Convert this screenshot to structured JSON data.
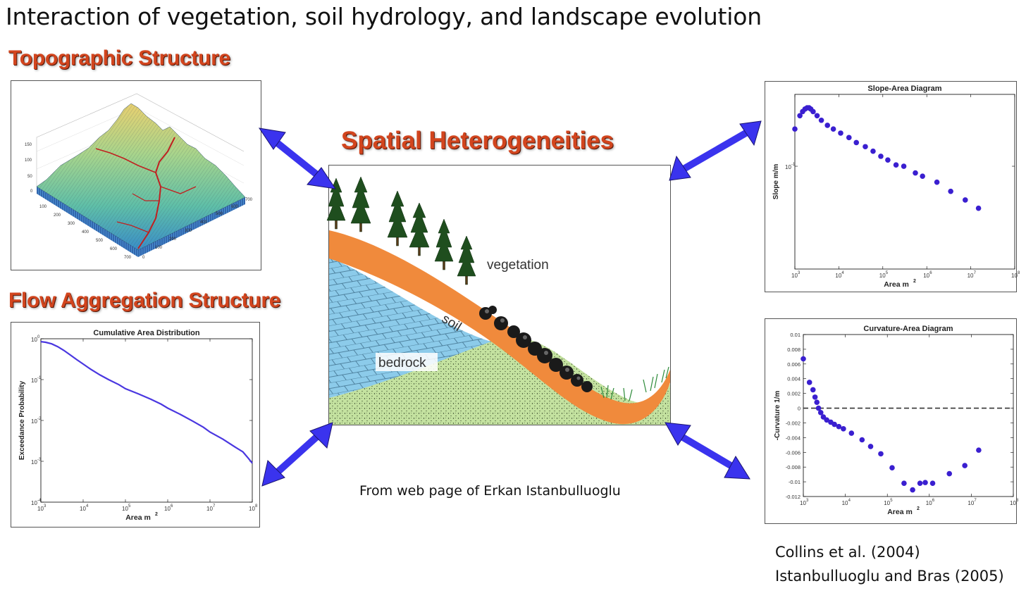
{
  "title": "Interaction of vegetation, soil hydrology, and landscape evolution",
  "sections": {
    "topographic": "Topographic Structure",
    "flow": "Flow Aggregation Structure",
    "center": "Spatial Heterogeneities"
  },
  "topo_plot": {
    "z_ticks": [
      "150",
      "100",
      "50",
      "0"
    ],
    "x_ticks": [
      "100",
      "200",
      "300",
      "400",
      "500",
      "600",
      "700"
    ],
    "y_ticks": [
      "100",
      "200",
      "300",
      "400",
      "500",
      "600",
      "700"
    ],
    "origin_label": "0"
  },
  "hillslope": {
    "vegetation": "vegetation",
    "soil": "soil",
    "bedrock": "bedrock",
    "caption": "From web page of Erkan Istanbulluoglu"
  },
  "references": [
    "Collins et al. (2004)",
    "Istanbulluoglu and Bras (2005)"
  ],
  "colors": {
    "accent": "#d2451e",
    "arrow": "#3a33ee",
    "marker": "#3a1fd0",
    "soil": "#f08a3c",
    "bedrock": "#8ccbea",
    "ground": "#c4e2a0"
  },
  "charts": {
    "cad": {
      "type": "line",
      "title": "Cumulative Area Distribution",
      "xlabel": "Area m",
      "xlabel_sup": "2",
      "ylabel": "Exceedance Probability",
      "xscale": "log",
      "yscale": "log",
      "xlim": [
        1000,
        100000000
      ],
      "ylim": [
        0.0001,
        1
      ],
      "x_ticks": [
        {
          "v": 1000,
          "b": "10",
          "e": "3"
        },
        {
          "v": 10000,
          "b": "10",
          "e": "4"
        },
        {
          "v": 100000,
          "b": "10",
          "e": "5"
        },
        {
          "v": 1000000,
          "b": "10",
          "e": "6"
        },
        {
          "v": 10000000,
          "b": "10",
          "e": "7"
        },
        {
          "v": 100000000,
          "b": "10",
          "e": "8"
        }
      ],
      "y_ticks": [
        {
          "v": 1,
          "b": "10",
          "e": "0"
        },
        {
          "v": 0.1,
          "b": "10",
          "e": "-1"
        },
        {
          "v": 0.01,
          "b": "10",
          "e": "-2"
        },
        {
          "v": 0.001,
          "b": "10",
          "e": "-3"
        },
        {
          "v": 0.0001,
          "b": "10",
          "e": "-4"
        }
      ],
      "x": [
        1000,
        1300,
        1800,
        2500,
        3500,
        5000,
        7000,
        10000,
        15000,
        25000,
        40000,
        70000,
        100000,
        200000,
        400000,
        700000,
        1000000,
        2000000,
        4000000,
        7000000,
        10000000,
        20000000,
        40000000,
        60000000,
        80000000,
        100000000
      ],
      "y": [
        0.85,
        0.82,
        0.75,
        0.64,
        0.52,
        0.4,
        0.31,
        0.24,
        0.18,
        0.13,
        0.1,
        0.075,
        0.06,
        0.045,
        0.033,
        0.025,
        0.02,
        0.014,
        0.0095,
        0.0068,
        0.0052,
        0.0035,
        0.0022,
        0.0017,
        0.0012,
        0.0009
      ]
    },
    "slope": {
      "type": "scatter",
      "title": "Slope-Area Diagram",
      "xlabel": "Area m",
      "xlabel_sup": "2",
      "ylabel": "Slope m/m",
      "xscale": "log",
      "yscale": "log",
      "xlim": [
        1000,
        100000000
      ],
      "ylim": [
        0.01,
        0.5
      ],
      "x_ticks": [
        {
          "v": 1000,
          "b": "10",
          "e": "3"
        },
        {
          "v": 10000,
          "b": "10",
          "e": "4"
        },
        {
          "v": 100000,
          "b": "10",
          "e": "5"
        },
        {
          "v": 1000000,
          "b": "10",
          "e": "6"
        },
        {
          "v": 10000000,
          "b": "10",
          "e": "7"
        },
        {
          "v": 100000000,
          "b": "10",
          "e": "8"
        }
      ],
      "y_ticks": [
        {
          "v": 0.1,
          "b": "10",
          "e": "-1"
        }
      ],
      "x": [
        1000,
        1300,
        1500,
        1700,
        1900,
        2100,
        2300,
        2600,
        3200,
        4000,
        5500,
        7500,
        11000,
        17000,
        25000,
        40000,
        60000,
        90000,
        130000,
        200000,
        300000,
        550000,
        800000,
        1700000,
        3500000,
        7500000,
        15000000
      ],
      "y": [
        0.23,
        0.31,
        0.34,
        0.36,
        0.37,
        0.37,
        0.36,
        0.34,
        0.31,
        0.28,
        0.25,
        0.23,
        0.21,
        0.19,
        0.17,
        0.155,
        0.14,
        0.125,
        0.115,
        0.103,
        0.1,
        0.086,
        0.08,
        0.07,
        0.057,
        0.047,
        0.039
      ]
    },
    "curv": {
      "type": "scatter",
      "title": "Curvature-Area Diagram",
      "xlabel": "Area m",
      "xlabel_sup": "2",
      "ylabel": "-Curvature 1/m",
      "xscale": "log",
      "yscale": "linear",
      "xlim": [
        1000,
        100000000
      ],
      "ylim": [
        -0.012,
        0.01
      ],
      "zero_line": "dashed",
      "x_ticks": [
        {
          "v": 1000,
          "b": "10",
          "e": "3"
        },
        {
          "v": 10000,
          "b": "10",
          "e": "4"
        },
        {
          "v": 100000,
          "b": "10",
          "e": "5"
        },
        {
          "v": 1000000,
          "b": "10",
          "e": "6"
        },
        {
          "v": 10000000,
          "b": "10",
          "e": "7"
        },
        {
          "v": 100000000,
          "b": "10",
          "e": "8"
        }
      ],
      "y_ticks": [
        {
          "v": 0.01,
          "t": "0.01"
        },
        {
          "v": 0.008,
          "t": "0.008"
        },
        {
          "v": 0.006,
          "t": "0.006"
        },
        {
          "v": 0.004,
          "t": "0.004"
        },
        {
          "v": 0.002,
          "t": "0.002"
        },
        {
          "v": 0,
          "t": "0"
        },
        {
          "v": -0.002,
          "t": "-0.002"
        },
        {
          "v": -0.004,
          "t": "-0.004"
        },
        {
          "v": -0.006,
          "t": "-0.006"
        },
        {
          "v": -0.008,
          "t": "-0.008"
        },
        {
          "v": -0.01,
          "t": "-0.01"
        },
        {
          "v": -0.012,
          "t": "-0.012"
        }
      ],
      "x": [
        1000,
        1400,
        1700,
        1900,
        2100,
        2300,
        2600,
        3000,
        3600,
        4500,
        5500,
        7000,
        9000,
        14000,
        25000,
        40000,
        70000,
        130000,
        250000,
        400000,
        600000,
        800000,
        1200000,
        3000000,
        7000000,
        15000000
      ],
      "y": [
        0.0067,
        0.0035,
        0.0025,
        0.0015,
        0.0008,
        0.0,
        -0.0006,
        -0.0012,
        -0.0016,
        -0.0019,
        -0.0022,
        -0.0025,
        -0.0028,
        -0.0034,
        -0.0043,
        -0.0052,
        -0.0062,
        -0.0081,
        -0.0102,
        -0.0111,
        -0.0102,
        -0.0101,
        -0.0102,
        -0.0089,
        -0.0078,
        -0.0057
      ]
    }
  }
}
